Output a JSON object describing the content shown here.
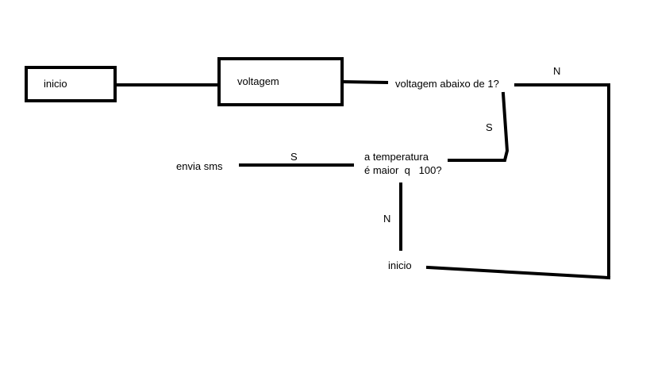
{
  "nodes": {
    "inicio_start": "inicio",
    "voltagem": "voltagem",
    "decision_voltage": "voltagem abaixo de 1?",
    "decision_temp_line1": "a temperatura",
    "decision_temp_line2": "é maior  q   100?",
    "envia_sms": "envia sms",
    "inicio_end": "inicio"
  },
  "edges": {
    "voltage_no": "N",
    "voltage_yes": "S",
    "temp_yes": "S",
    "temp_no": "N"
  },
  "colors": {
    "stroke": "#000000",
    "background": "#ffffff"
  }
}
